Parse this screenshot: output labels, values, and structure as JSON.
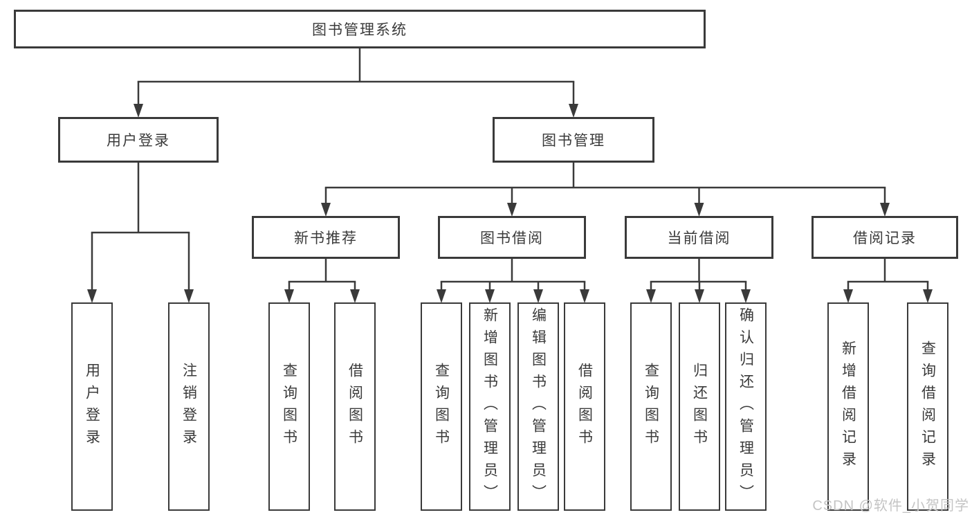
{
  "title": "图书管理系统",
  "watermark": {
    "text": "CSDN @软件_小贺同学"
  },
  "colors": {
    "line": "#3a3a3a",
    "box_border": "#3a3a3a",
    "box_background": "#ffffff",
    "text": "#3a3a3a",
    "watermark": "#c4c4c4"
  },
  "nodes": [
    {
      "id": "system",
      "label": "图书管理系统",
      "parent": null
    },
    {
      "id": "user-login-group",
      "label": "用户登录",
      "parent": "system"
    },
    {
      "id": "book-mgmt",
      "label": "图书管理",
      "parent": "system"
    },
    {
      "id": "new-book-rec",
      "label": "新书推荐",
      "parent": "book-mgmt"
    },
    {
      "id": "book-borrow",
      "label": "图书借阅",
      "parent": "book-mgmt"
    },
    {
      "id": "current-borrow",
      "label": "当前借阅",
      "parent": "book-mgmt"
    },
    {
      "id": "borrow-records",
      "label": "借阅记录",
      "parent": "book-mgmt"
    },
    {
      "id": "user-login",
      "label": "用户登录",
      "parent": "user-login-group"
    },
    {
      "id": "logout",
      "label": "注销登录",
      "parent": "user-login-group"
    },
    {
      "id": "query-books-new",
      "label": "查询图书",
      "parent": "new-book-rec"
    },
    {
      "id": "borrow-books-new",
      "label": "借阅图书",
      "parent": "new-book-rec"
    },
    {
      "id": "query-books-borrow",
      "label": "查询图书",
      "parent": "book-borrow"
    },
    {
      "id": "add-books-admin",
      "label": "新增图书（管理员）",
      "parent": "book-borrow"
    },
    {
      "id": "edit-books-admin",
      "label": "编辑图书（管理员）",
      "parent": "book-borrow"
    },
    {
      "id": "borrow-books",
      "label": "借阅图书",
      "parent": "book-borrow"
    },
    {
      "id": "query-books-current",
      "label": "查询图书",
      "parent": "current-borrow"
    },
    {
      "id": "return-books",
      "label": "归还图书",
      "parent": "current-borrow"
    },
    {
      "id": "confirm-return-admin",
      "label": "确认归还（管理员）",
      "parent": "current-borrow"
    },
    {
      "id": "add-borrow-record",
      "label": "新增借阅记录",
      "parent": "borrow-records"
    },
    {
      "id": "query-borrow-record",
      "label": "查询借阅记录",
      "parent": "borrow-records"
    }
  ]
}
